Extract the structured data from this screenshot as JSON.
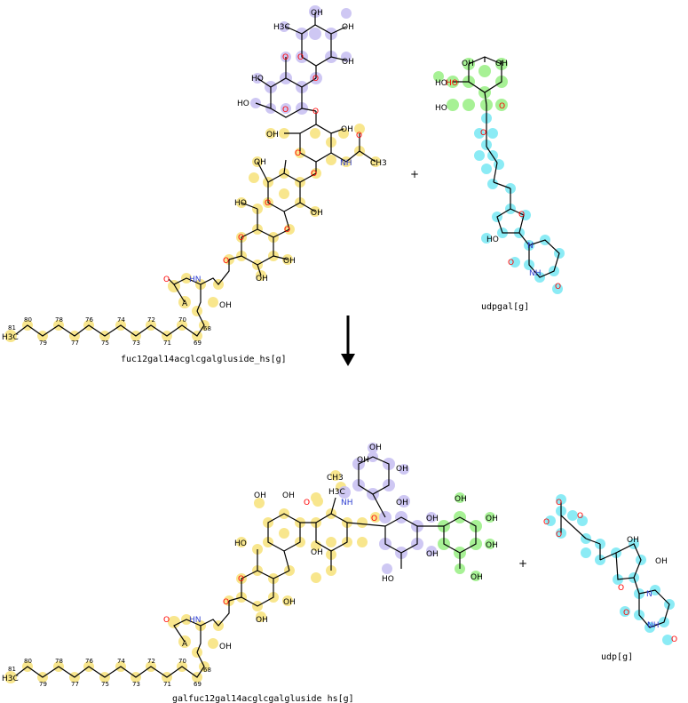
{
  "colors": {
    "yellow": "#f7e27a",
    "lavender": "#c9c2f2",
    "green": "#9ef08a",
    "cyan": "#7fe9f4",
    "bond": "#000000",
    "oxygen": "#ff0000",
    "nitrogen": "#2f3fd0"
  },
  "reaction": {
    "top": {
      "reactant_1": "fuc12gal14acglcgalgluside_hs[g]",
      "plus": "+",
      "reactant_2": "udpgal[g]"
    },
    "arrow": "down-arrow",
    "bottom": {
      "product_1": "galfuc12gal14acglcgalgluside_hs[g]",
      "plus": "+",
      "product_2": "udp[g]"
    }
  },
  "atoms": {
    "o": "O",
    "oh": "OH",
    "ho": "HO",
    "nh": "NH",
    "hn": "HN",
    "ch3": "CH3",
    "h3c": "H3C",
    "n": "N",
    "a": "A"
  },
  "chain_numbers": [
    "81",
    "80",
    "79",
    "78",
    "77",
    "76",
    "75",
    "74",
    "73",
    "72",
    "71",
    "70",
    "69",
    "68"
  ]
}
